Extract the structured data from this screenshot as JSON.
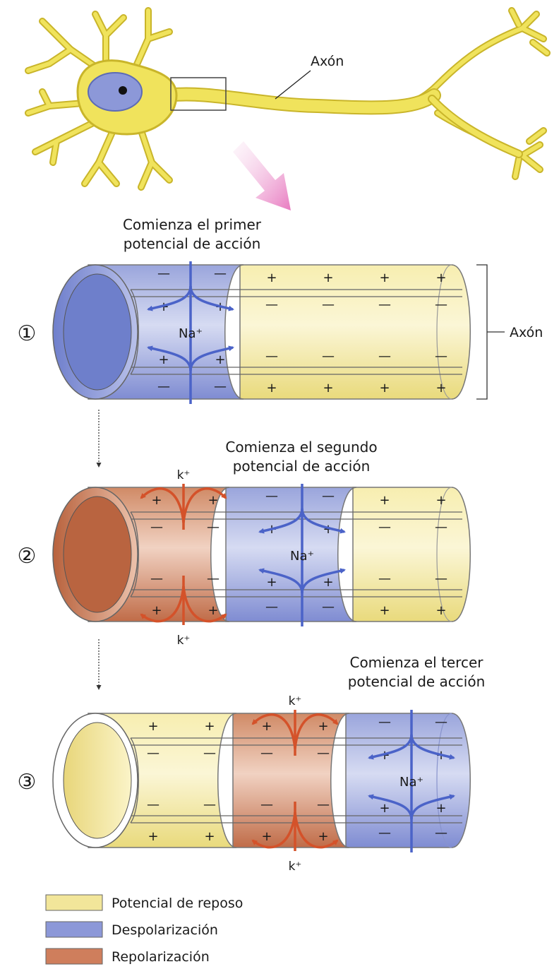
{
  "neuron": {
    "axon_label": "Axón"
  },
  "stages": [
    {
      "number": "①",
      "caption_line1": "Comienza el primer",
      "caption_line2": "potencial de acción",
      "side_label": "Axón",
      "ion_na": "Na⁺"
    },
    {
      "number": "②",
      "caption_line1": "Comienza el segundo",
      "caption_line2": "potencial de acción",
      "ion_na": "Na⁺",
      "ion_k_top": "k⁺",
      "ion_k_bottom": "k⁺"
    },
    {
      "number": "③",
      "caption_line1": "Comienza el tercer",
      "caption_line2": "potencial de acción",
      "ion_na": "Na⁺",
      "ion_k_top": "k⁺",
      "ion_k_bottom": "k⁺"
    }
  ],
  "signs": {
    "plus": "+",
    "minus": "—"
  },
  "legend": [
    {
      "label": "Potencial de reposo",
      "color": "#f2e69a"
    },
    {
      "label": "Despolarización",
      "color": "#8c98d8"
    },
    {
      "label": "Repolarización",
      "color": "#cf7e5c"
    }
  ],
  "colors": {
    "resting": "#f2e69a",
    "depolarization": "#8c98d8",
    "repolarization": "#cf7e5c",
    "neuron_body": "#f0e35c",
    "neuron_outline": "#c9b52a",
    "nucleus": "#8c98d8",
    "na_arrow": "#4b63c8",
    "k_arrow": "#d4522a",
    "highlight_arrow": "#ef9fd2"
  }
}
